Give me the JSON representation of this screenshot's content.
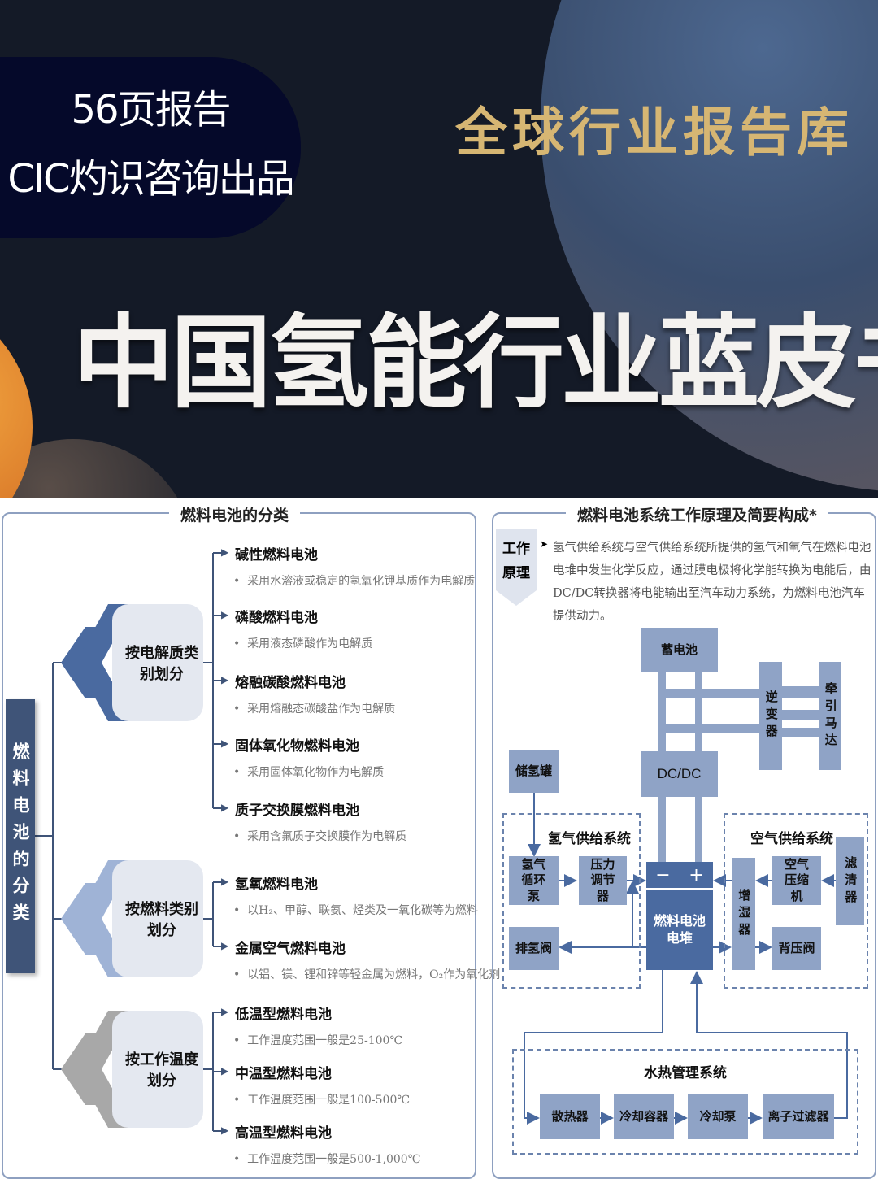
{
  "banner": {
    "pages_label": "56页报告",
    "publisher_label": "CIC灼识咨询出品",
    "library_label": "全球行业报告库",
    "title": "中国氢能行业蓝皮书"
  },
  "classification": {
    "title": "燃料电池的分类",
    "root": "燃料电池的分类",
    "groups": [
      {
        "label": "按电解质类别划分",
        "color": "#4a6aa0",
        "items": [
          {
            "name": "碱性燃料电池",
            "desc": "采用水溶液或稳定的氢氧化钾基质作为电解质"
          },
          {
            "name": "磷酸燃料电池",
            "desc": "采用液态磷酸作为电解质"
          },
          {
            "name": "熔融碳酸燃料电池",
            "desc": "采用熔融态碳酸盐作为电解质"
          },
          {
            "name": "固体氧化物燃料电池",
            "desc": "采用固体氧化物作为电解质"
          },
          {
            "name": "质子交换膜燃料电池",
            "desc": "采用含氟质子交换膜作为电解质"
          }
        ]
      },
      {
        "label": "按燃料类别划分",
        "color": "#9fb3d6",
        "items": [
          {
            "name": "氢氧燃料电池",
            "desc": "以H₂、甲醇、联氨、烃类及一氧化碳等为燃料"
          },
          {
            "name": "金属空气燃料电池",
            "desc": "以铝、镁、锂和锌等轻金属为燃料，O₂作为氧化剂"
          }
        ]
      },
      {
        "label": "按工作温度划分",
        "color": "#a8a8a8",
        "items": [
          {
            "name": "低温型燃料电池",
            "desc": "工作温度范围一般是25-100℃"
          },
          {
            "name": "中温型燃料电池",
            "desc": "工作温度范围一般是100-500℃"
          },
          {
            "name": "高温型燃料电池",
            "desc": "工作温度范围一般是500-1,000℃"
          }
        ]
      }
    ]
  },
  "system": {
    "title": "燃料电池系统工作原理及简要构成*",
    "principle_tag": "工作原理",
    "principle_text": "氢气供给系统与空气供给系统所提供的氢气和氧气在燃料电池电堆中发生化学反应，通过膜电极将化学能转换为电能后，由DC/DC转换器将电能输出至汽车动力系统，为燃料电池汽车提供动力。",
    "battery": "蓄电池",
    "inverter": "逆变器",
    "motor": "牵引马达",
    "tank": "储氢罐",
    "dcdc": "DC/DC",
    "h2_system": "氢气供给系统",
    "h2_pump": "氢气循环泵",
    "pressure_reg": "压力调节器",
    "h2_vent": "排氢阀",
    "stack": "燃料电池电堆",
    "minus": "−",
    "plus": "+",
    "air_system": "空气供给系统",
    "humidifier": "增湿器",
    "compressor": "空气压缩机",
    "filter": "滤清器",
    "back_valve": "背压阀",
    "water_system": "水热管理系统",
    "radiator": "散热器",
    "coolant_tank": "冷却容器",
    "coolant_pump": "冷却泵",
    "ion_filter": "离子过滤器"
  }
}
